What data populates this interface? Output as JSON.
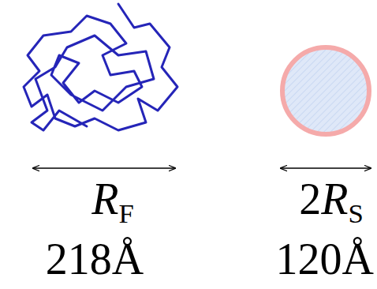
{
  "diagram": {
    "labels": [
      "RF",
      "218Å",
      "2RS",
      "120Å"
    ]
  }
}
